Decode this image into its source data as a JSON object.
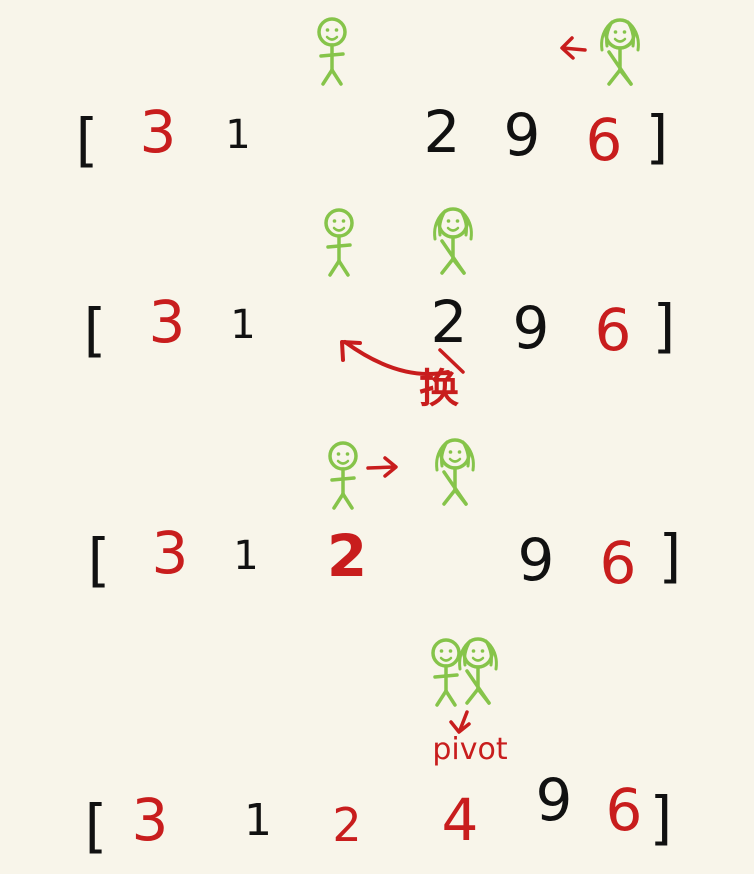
{
  "colors": {
    "background": "#f8f5ea",
    "ink": "#111111",
    "highlight": "#c81d1d",
    "figure": "#86c44a"
  },
  "brackets": {
    "open": "[",
    "close": "]"
  },
  "rows": [
    {
      "name": "row-1",
      "items": [
        {
          "text": "3",
          "color": "highlight"
        },
        {
          "text": "1",
          "color": "ink"
        },
        {
          "text": "",
          "color": "ink"
        },
        {
          "text": "2",
          "color": "ink"
        },
        {
          "text": "9",
          "color": "ink"
        },
        {
          "text": "6",
          "color": "highlight"
        }
      ]
    },
    {
      "name": "row-2",
      "items": [
        {
          "text": "3",
          "color": "highlight"
        },
        {
          "text": "1",
          "color": "ink"
        },
        {
          "text": "",
          "color": "ink"
        },
        {
          "text": "2",
          "color": "ink"
        },
        {
          "text": "9",
          "color": "ink"
        },
        {
          "text": "6",
          "color": "highlight"
        }
      ]
    },
    {
      "name": "row-3",
      "items": [
        {
          "text": "3",
          "color": "highlight"
        },
        {
          "text": "1",
          "color": "ink"
        },
        {
          "text": "2",
          "color": "highlight"
        },
        {
          "text": "",
          "color": "ink"
        },
        {
          "text": "9",
          "color": "ink"
        },
        {
          "text": "6",
          "color": "highlight"
        }
      ]
    },
    {
      "name": "row-4",
      "items": [
        {
          "text": "3",
          "color": "highlight"
        },
        {
          "text": "1",
          "color": "ink"
        },
        {
          "text": "2",
          "color": "highlight"
        },
        {
          "text": "4",
          "color": "highlight"
        },
        {
          "text": "9",
          "color": "ink"
        },
        {
          "text": "6",
          "color": "highlight"
        }
      ]
    }
  ],
  "annotations": {
    "swap_label": "换",
    "pivot_label": "pivot"
  },
  "icons": {
    "figure_a": "stick-figure-round-head-icon",
    "figure_b": "stick-figure-pigtails-icon",
    "arrow": "arrow-icon"
  }
}
